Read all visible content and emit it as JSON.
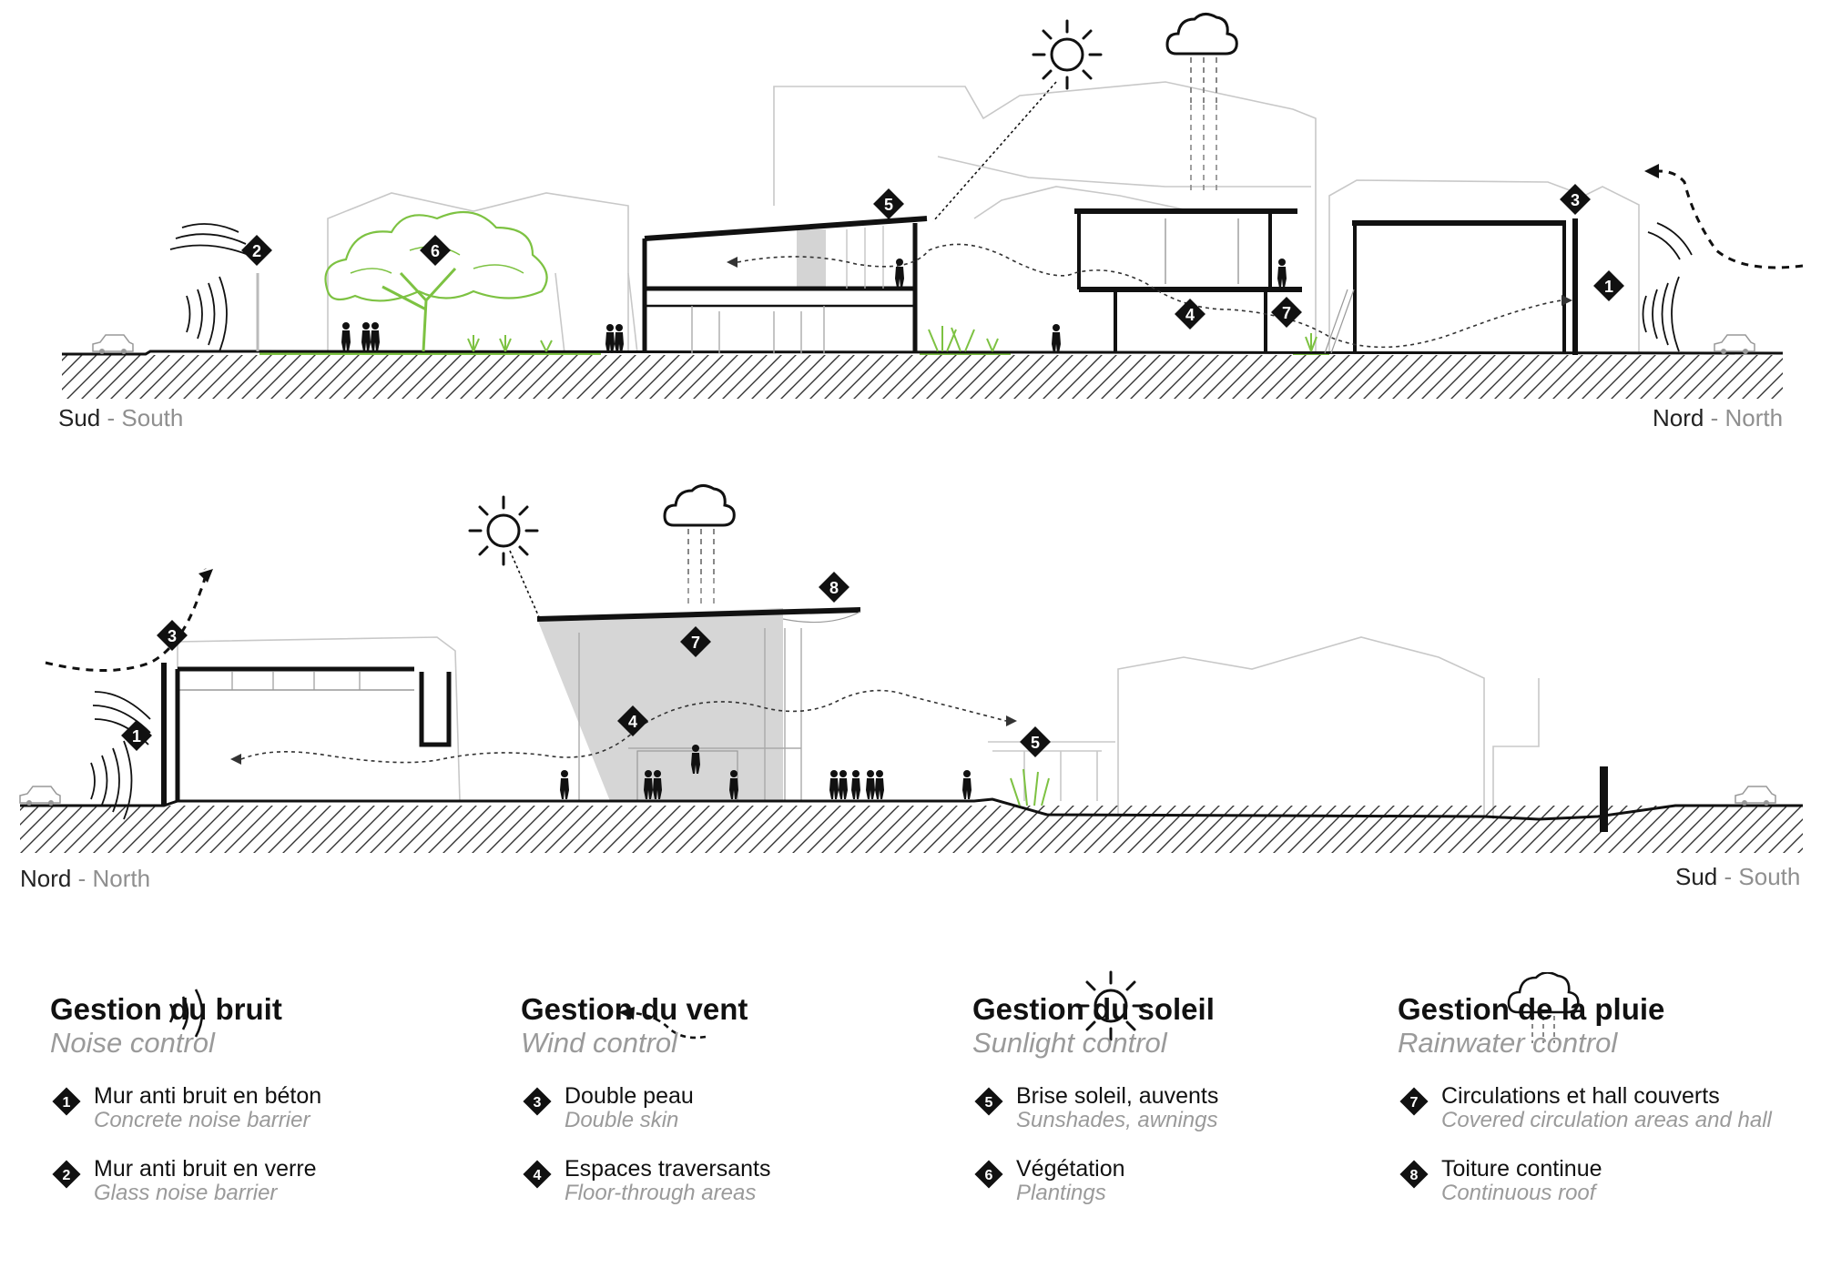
{
  "section_top": {
    "left_label_fr": "Sud",
    "left_label_en": "South",
    "right_label_fr": "Nord",
    "right_label_en": "North",
    "markers": [
      "1",
      "2",
      "3",
      "4",
      "5",
      "6",
      "7"
    ]
  },
  "section_bottom": {
    "left_label_fr": "Nord",
    "left_label_en": "North",
    "right_label_fr": "Sud",
    "right_label_en": "South",
    "markers": [
      "1",
      "3",
      "4",
      "5",
      "7",
      "8"
    ]
  },
  "separator": "-",
  "colors": {
    "vegetation": "#7dc242",
    "ink": "#111111",
    "context_lines": "#c8c8c8",
    "shade": "#d6d6d6",
    "secondary_text": "#9a9a9a"
  },
  "legend": [
    {
      "icon": "noise-waves-icon",
      "title": "Gestion du bruit",
      "subtitle": "Noise control",
      "items": [
        {
          "num": "1",
          "fr": "Mur anti bruit en béton",
          "en": "Concrete noise barrier"
        },
        {
          "num": "2",
          "fr": "Mur anti bruit en verre",
          "en": "Glass noise barrier"
        }
      ]
    },
    {
      "icon": "wind-arrow-icon",
      "title": "Gestion du vent",
      "subtitle": "Wind control",
      "items": [
        {
          "num": "3",
          "fr": "Double peau",
          "en": "Double skin"
        },
        {
          "num": "4",
          "fr": "Espaces traversants",
          "en": "Floor-through areas"
        }
      ]
    },
    {
      "icon": "sun-icon",
      "title": "Gestion du soleil",
      "subtitle": "Sunlight control",
      "items": [
        {
          "num": "5",
          "fr": "Brise soleil, auvents",
          "en": "Sunshades, awnings"
        },
        {
          "num": "6",
          "fr": "Végétation",
          "en": "Plantings"
        }
      ]
    },
    {
      "icon": "rain-cloud-icon",
      "title": "Gestion de la pluie",
      "subtitle": "Rainwater control",
      "items": [
        {
          "num": "7",
          "fr": "Circulations et hall couverts",
          "en": "Covered circulation areas and hall"
        },
        {
          "num": "8",
          "fr": "Toiture continue",
          "en": "Continuous roof"
        }
      ]
    }
  ]
}
